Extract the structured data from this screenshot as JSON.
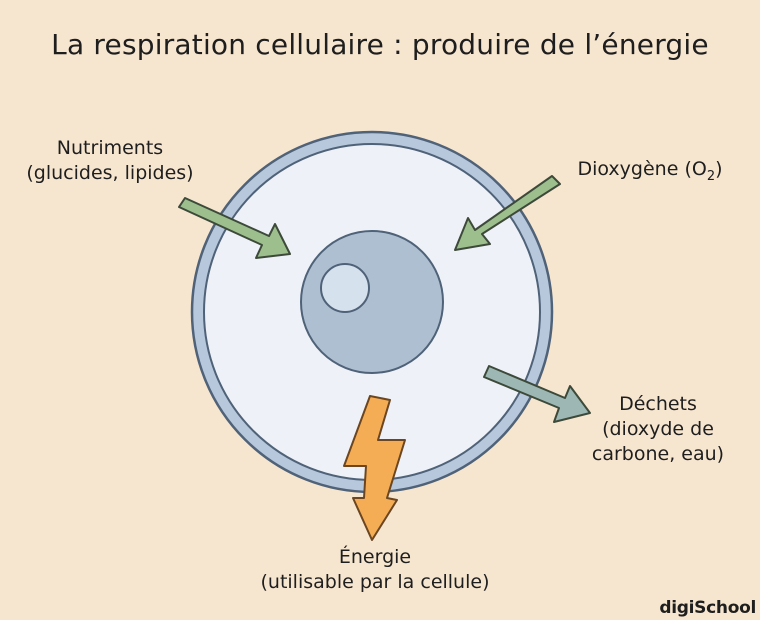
{
  "title": "La respiration cellulaire : produire de l’énergie",
  "labels": {
    "nutriments": {
      "line1": "Nutriments",
      "line2": "(glucides, lipides)"
    },
    "dioxygene": {
      "text": "Dioxygène (O",
      "sub": "2",
      "close": ")"
    },
    "dechets": {
      "line1": "Déchets",
      "line2": "(dioxyde de",
      "line3": "carbone, eau)"
    },
    "energie": {
      "line1": "Énergie",
      "line2": "(utilisable par la cellule)"
    }
  },
  "brand": "digiSchool",
  "colors": {
    "background": "#f7e6cf",
    "cell_fill": "#eef2f8",
    "cell_border": "#b7c7dc",
    "nucleus": "#aebfd1",
    "nucleolus": "#d6e1ee",
    "arrow_green": "#9dbf8d",
    "arrow_blue": "#9db7b4",
    "lightning": "#f5ad55"
  }
}
